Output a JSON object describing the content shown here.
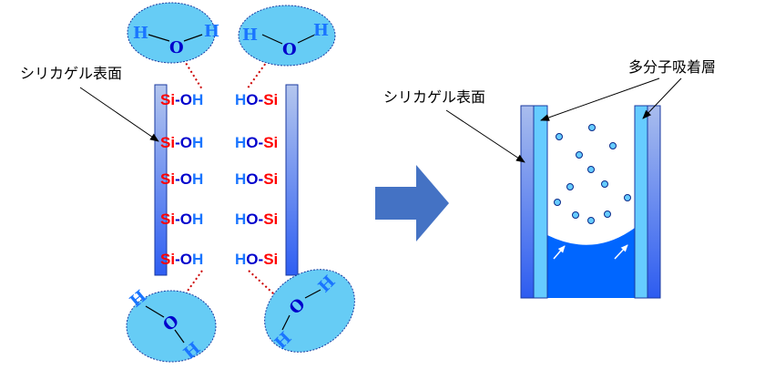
{
  "labels": {
    "silica_surface_left": "シリカゲル表面",
    "silica_surface_right": "シリカゲル表面",
    "multilayer_adsorption": "多分子吸着層"
  },
  "surface_groups": {
    "left": [
      {
        "si": "Si",
        "dash": "-",
        "o": "O",
        "h": "H"
      },
      {
        "si": "Si",
        "dash": "-",
        "o": "O",
        "h": "H"
      },
      {
        "si": "Si",
        "dash": "-",
        "o": "O",
        "h": "H"
      },
      {
        "si": "Si",
        "dash": "-",
        "o": "O",
        "h": "H"
      },
      {
        "si": "Si",
        "dash": "-",
        "o": "O",
        "h": "H"
      }
    ],
    "right": [
      {
        "h": "H",
        "o": "O",
        "dash": "-",
        "si": "Si"
      },
      {
        "h": "H",
        "o": "O",
        "dash": "-",
        "si": "Si"
      },
      {
        "h": "H",
        "o": "O",
        "dash": "-",
        "si": "Si"
      },
      {
        "h": "H",
        "o": "O",
        "dash": "-",
        "si": "Si"
      },
      {
        "h": "H",
        "o": "O",
        "dash": "-",
        "si": "Si"
      }
    ]
  },
  "water_molecules": [
    {
      "h1": "H",
      "o": "O",
      "h2": "H"
    },
    {
      "h1": "H",
      "o": "O",
      "h2": "H"
    },
    {
      "h1": "H",
      "o": "O",
      "h2": "H"
    },
    {
      "h1": "H",
      "o": "O",
      "h2": "H"
    }
  ],
  "colors": {
    "si": "#ff0000",
    "o": "#0000cc",
    "h": "#1a75ff",
    "bubble_fill": "#66ccf5",
    "bond_dots": "#cc0000",
    "bar_top": "#b0c4ec",
    "bar_bottom": "#2f5ff0",
    "arrow": "#4472c4",
    "liquid": "#0066ff",
    "adsorbed_layer": "#66ccff"
  }
}
